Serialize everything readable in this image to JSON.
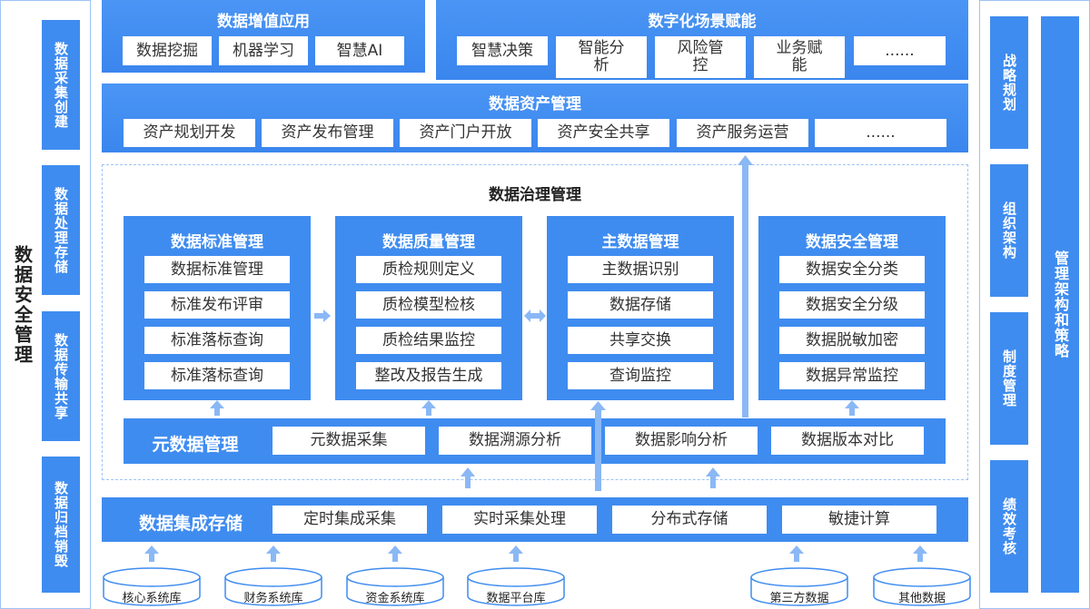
{
  "left_panel": {
    "title": "数据安全管理",
    "items": [
      "数据采集创建",
      "数据处理存储",
      "数据传输共享",
      "数据归档销毁"
    ]
  },
  "right_panel": {
    "items": [
      "战略规划",
      "组织架构",
      "制度管理",
      "绩效考核"
    ],
    "side": "管理架构和策略"
  },
  "value_add": {
    "title": "数据增值应用",
    "items": [
      "数据挖掘",
      "机器学习",
      "智慧AI"
    ]
  },
  "scenario": {
    "title": "数字化场景赋能",
    "items": [
      "智慧决策",
      "智能分析",
      "风险管控",
      "业务赋能",
      "......"
    ]
  },
  "asset": {
    "title": "数据资产管理",
    "items": [
      "资产规划开发",
      "资产发布管理",
      "资产门户开放",
      "资产安全共享",
      "资产服务运营",
      "......"
    ]
  },
  "governance": {
    "title": "数据治理管理",
    "modules": [
      {
        "title": "数据标准管理",
        "items": [
          "数据标准管理",
          "标准发布评审",
          "标准落标查询",
          "标准落标查询"
        ]
      },
      {
        "title": "数据质量管理",
        "items": [
          "质检规则定义",
          "质检模型检核",
          "质检结果监控",
          "整改及报告生成"
        ]
      },
      {
        "title": "主数据管理",
        "items": [
          "主数据识别",
          "数据存储",
          "共享交换",
          "查询监控"
        ]
      },
      {
        "title": "数据安全管理",
        "items": [
          "数据安全分类",
          "数据安全分级",
          "数据脱敏加密",
          "数据异常监控"
        ]
      }
    ]
  },
  "metadata": {
    "title": "元数据管理",
    "items": [
      "元数据采集",
      "数据溯源分析",
      "数据影响分析",
      "数据版本对比"
    ]
  },
  "integration": {
    "title": "数据集成存储",
    "items": [
      "定时集成采集",
      "实时采集处理",
      "分布式存储",
      "敏捷计算"
    ]
  },
  "sources": [
    "核心系统库",
    "财务系统库",
    "资金系统库",
    "数据平台库",
    "第三方数据",
    "其他数据"
  ],
  "colors": {
    "primary": "#3f8cf0",
    "light_border": "#9ec3f5",
    "arrow": "#8ab8f5"
  }
}
